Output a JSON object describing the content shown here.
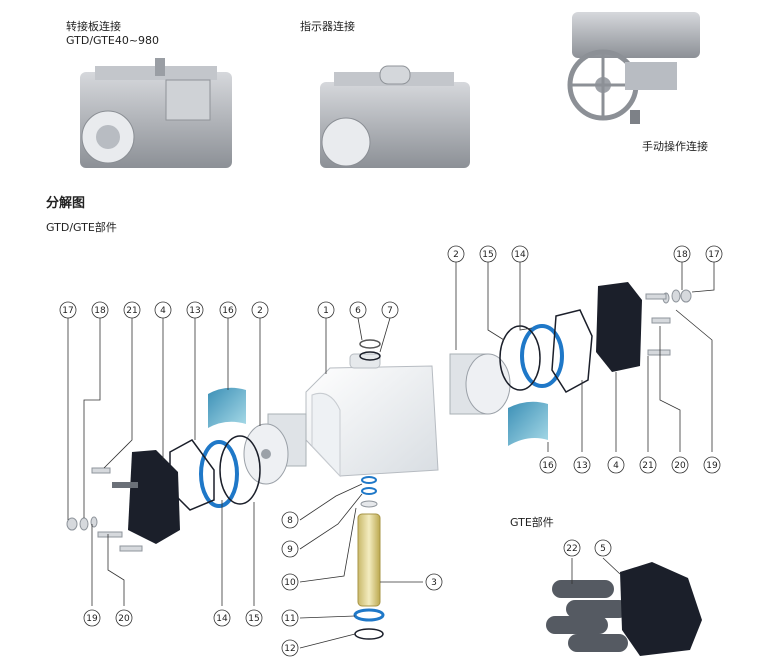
{
  "top_captions": {
    "adapter": [
      "转接板连接",
      "GTD/GTE40~980"
    ],
    "indicator": "指示器连接",
    "manual": "手动操作连接"
  },
  "section_title": "分解图",
  "subtitle": "GTD/GTE部件",
  "gte_label": "GTE部件",
  "callouts": {
    "c17a": "17",
    "c18a": "18",
    "c21a": "21",
    "c4a": "4",
    "c13a": "13",
    "c16a": "16",
    "c2a": "2",
    "c1": "1",
    "c6": "6",
    "c7": "7",
    "c2b": "2",
    "c15a": "15",
    "c14a": "14",
    "c18b": "18",
    "c17b": "17",
    "c16b": "16",
    "c13b": "13",
    "c4b": "4",
    "c21b": "21",
    "c20b": "20",
    "c19b": "19",
    "c8": "8",
    "c9": "9",
    "c10": "10",
    "c3": "3",
    "c11": "11",
    "c12": "12",
    "c19a": "19",
    "c20a": "20",
    "c14b": "14",
    "c15b": "15",
    "c22": "22",
    "c5": "5"
  },
  "colors": {
    "accent_blue": "#1f78c8",
    "teal": "#4fa8c8",
    "dark_part": "#1b1f2a"
  }
}
